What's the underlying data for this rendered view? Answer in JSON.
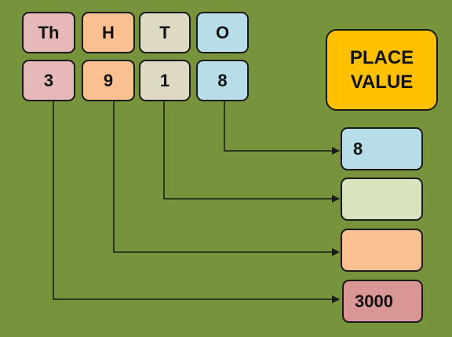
{
  "place_headers": [
    {
      "label": "Th",
      "color": "#e6b9b8"
    },
    {
      "label": "H",
      "color": "#fac090"
    },
    {
      "label": "T",
      "color": "#ddd9c3"
    },
    {
      "label": "O",
      "color": "#b7dde8"
    }
  ],
  "digits": [
    {
      "value": "3",
      "color": "#e6b9b8"
    },
    {
      "value": "9",
      "color": "#fac090"
    },
    {
      "value": "1",
      "color": "#ddd9c3"
    },
    {
      "value": "8",
      "color": "#b7dde8"
    }
  ],
  "title": {
    "line1": "PLACE",
    "line2": "VALUE",
    "color": "#ffc000"
  },
  "results": [
    {
      "value": "8",
      "color": "#b7dde8"
    },
    {
      "value": "",
      "color": "#d7e4bd"
    },
    {
      "value": "",
      "color": "#fac090"
    },
    {
      "value": "3000",
      "color": "#d99694"
    }
  ],
  "colors": {
    "background": "#77933c",
    "outline": "#1a1a1a"
  }
}
